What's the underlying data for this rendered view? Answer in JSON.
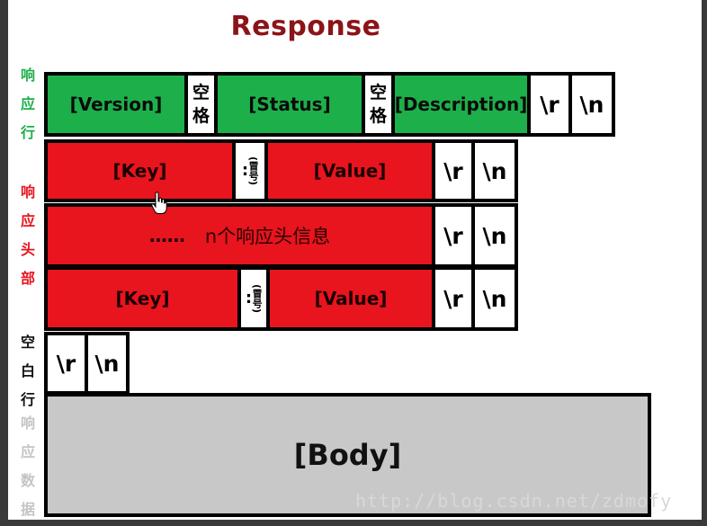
{
  "title": "Response",
  "colors": {
    "title": "#8B1418",
    "status_line": "#1DB04A",
    "headers": "#E8141E",
    "body": "#C8C8C8"
  },
  "side_labels": {
    "status_line": [
      "响",
      "应",
      "行"
    ],
    "headers": [
      "响",
      "应",
      "头",
      "部"
    ],
    "blank_line": [
      "空",
      "白",
      "行"
    ],
    "body": [
      "响",
      "应",
      "数",
      "据"
    ]
  },
  "status_line": {
    "version": "[Version]",
    "space1": [
      "空",
      "格"
    ],
    "status": "[Status]",
    "space2": [
      "空",
      "格"
    ],
    "description": "[Description]",
    "cr": "\\r",
    "lf": "\\n"
  },
  "headers": {
    "row1": {
      "key": "[Key]",
      "colon": ":",
      "colon_label": "(冒号)",
      "value": "[Value]",
      "cr": "\\r",
      "lf": "\\n"
    },
    "row2": {
      "ellipsis": "……",
      "text": "n个响应头信息",
      "cr": "\\r",
      "lf": "\\n"
    },
    "row3": {
      "key": "[Key]",
      "colon": ":",
      "colon_label": "(冒号)",
      "value": "[Value]",
      "cr": "\\r",
      "lf": "\\n"
    }
  },
  "blank_line": {
    "cr": "\\r",
    "lf": "\\n"
  },
  "body": {
    "label": "[Body]"
  },
  "watermark": "http://blog.csdn.net/zdmofy"
}
